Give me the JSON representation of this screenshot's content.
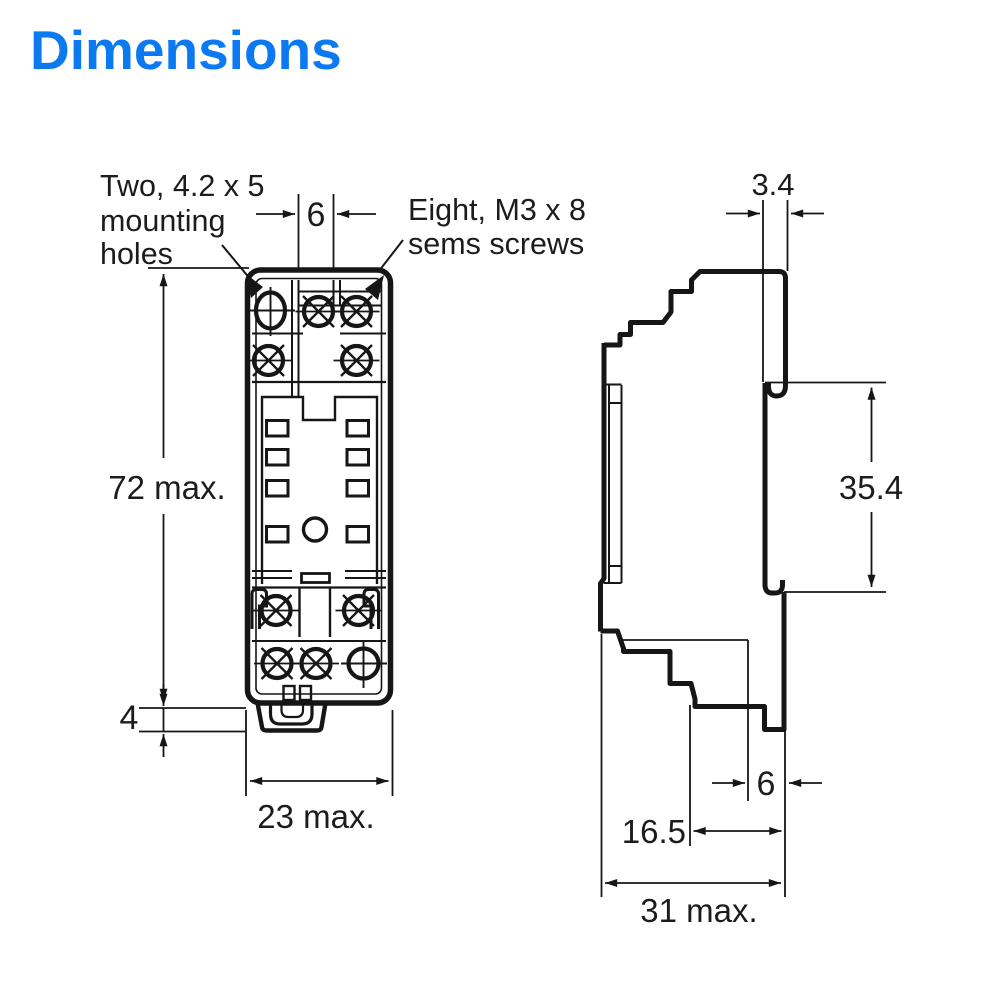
{
  "title": "Dimensions",
  "colors": {
    "accent": "#0b79f0",
    "line": "#161616"
  },
  "front_view": {
    "label_mounting_holes": {
      "lines": [
        "Two, 4.2 x 5",
        "mounting",
        "holes"
      ]
    },
    "label_sems_screws": {
      "lines": [
        "Eight, M3 x 8",
        "sems screws"
      ]
    },
    "dim_top_pitch": "6",
    "dim_height": "72 max.",
    "dim_tab": "4",
    "dim_width": "23 max."
  },
  "side_view": {
    "dim_lip": "3.4",
    "dim_rail_span": "35.4",
    "dim_notch": "6",
    "dim_offset": "16.5",
    "dim_depth": "31 max."
  }
}
